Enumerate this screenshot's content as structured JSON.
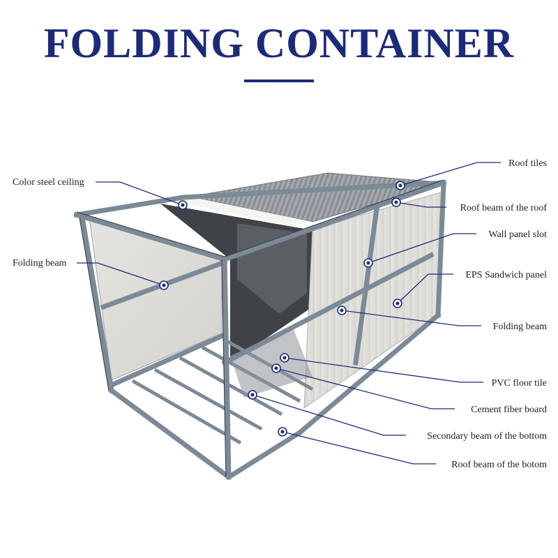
{
  "title": "FOLDING CONTAINER",
  "colors": {
    "title": "#1b2a7a",
    "leader": "#1b2a7a",
    "frame": "#7b8a96",
    "panel": "#dcdad4",
    "roof": "#9aa0a6"
  },
  "labels": {
    "color_steel_ceiling": "Color steel ceiling",
    "folding_beam_left": "Folding beam",
    "roof_tiles": "Roof tiles",
    "roof_beam_of_the_roof": "Roof beam of the roof",
    "wall_panel_slot": "Wall panel slot",
    "eps_sandwich_panel": "EPS Sandwich panel",
    "folding_beam_right": "Folding beam",
    "pvc_floor_tile": "PVC floor tile",
    "cement_fiber_board": "Cement fiber board",
    "secondary_beam_bottom": "Secondary beam of the bottom",
    "roof_beam_bottom": "Roof beam of the botom"
  }
}
